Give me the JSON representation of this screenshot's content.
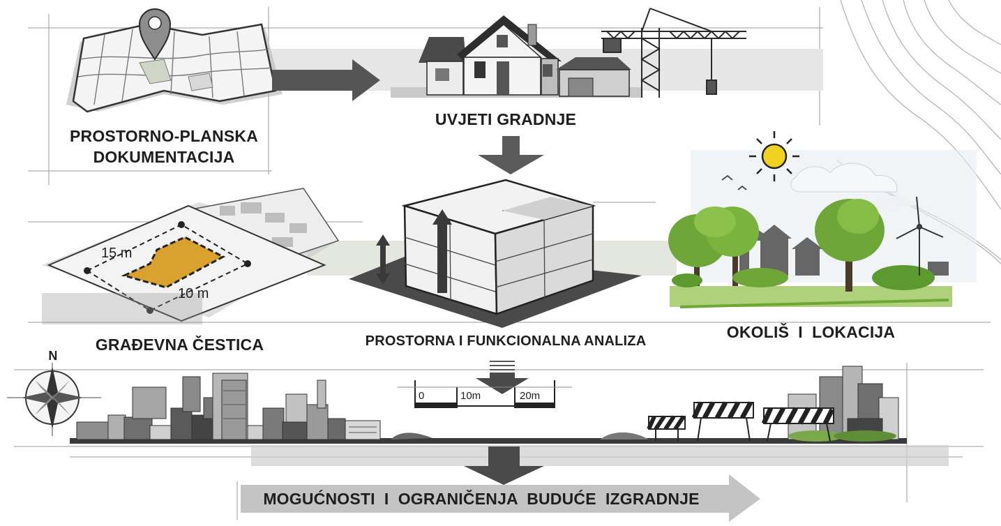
{
  "labels": {
    "planning_docs_line1": "PROSTORNO-PLANSKA",
    "planning_docs_line2": "DOKUMENTACIJA",
    "building_conditions": "UVJETI GRADNJE",
    "building_plot": "GRAĐEVNA ČESTICA",
    "spatial_analysis": "PROSTORNA I FUNKCIONALNA ANALIZA",
    "environment": "OKOLIŠ  I  LOKACIJA",
    "future_construction": "MOGUĆNOSTI  I  OGRANIČENJA  BUDUĆE  IZGRADNJE"
  },
  "plot_dimensions": {
    "side_a": "15 m",
    "side_b": "10 m"
  },
  "scale_bar": {
    "tick_0": "0",
    "tick_1": "10m",
    "tick_2": "20m"
  },
  "compass": {
    "north": "N"
  },
  "colors": {
    "ink": "#1e1e1e",
    "plot_fill": "#d9a22e",
    "tree_green": "#6fa638",
    "sun": "#f0d321",
    "arrow": "#505050"
  }
}
